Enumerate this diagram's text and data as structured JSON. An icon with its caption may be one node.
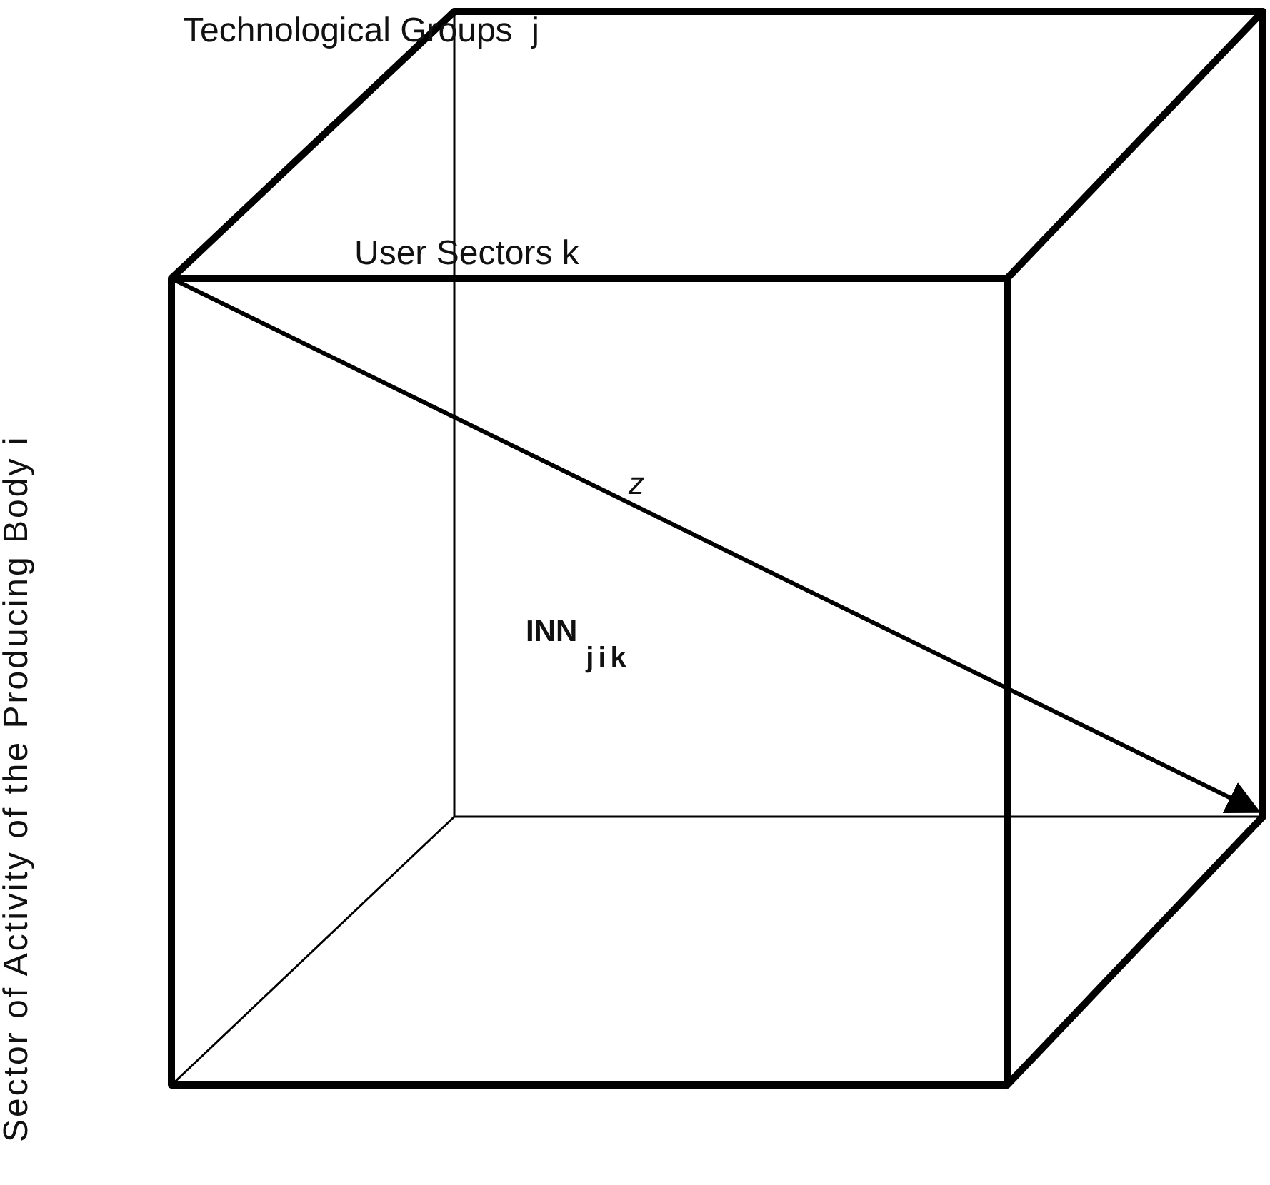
{
  "diagram": {
    "labels": [
      "Technological Groups  j",
      "User Sectors k",
      "Sector of Activity of the Producing Body i",
      "z",
      "INN$_{jik}$"
    ]
  }
}
